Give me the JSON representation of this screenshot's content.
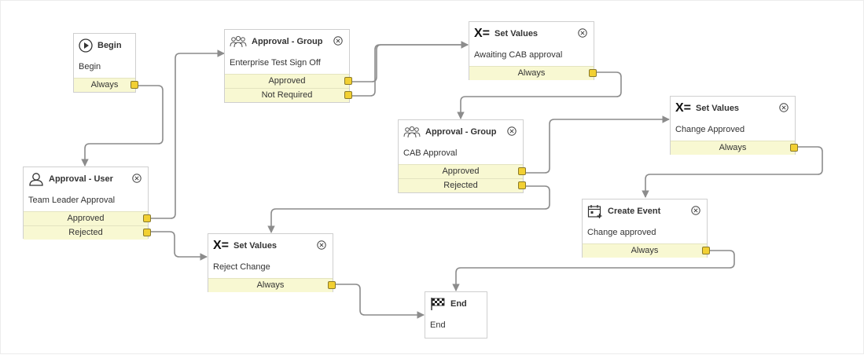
{
  "nodes": {
    "begin": {
      "title": "Begin",
      "body": "Begin",
      "outputs": [
        "Always"
      ]
    },
    "approval_user": {
      "title": "Approval - User",
      "body": "Team Leader Approval",
      "outputs": [
        "Approved",
        "Rejected"
      ]
    },
    "approval_group_1": {
      "title": "Approval - Group",
      "body": "Enterprise Test Sign Off",
      "outputs": [
        "Approved",
        "Not Required"
      ]
    },
    "set_values_1": {
      "title": "Set Values",
      "body": "Awaiting CAB approval",
      "outputs": [
        "Always"
      ]
    },
    "approval_group_2": {
      "title": "Approval - Group",
      "body": "CAB Approval",
      "outputs": [
        "Approved",
        "Rejected"
      ]
    },
    "set_values_2": {
      "title": "Set Values",
      "body": "Change Approved",
      "outputs": [
        "Always"
      ]
    },
    "create_event": {
      "title": "Create Event",
      "body": "Change approved",
      "outputs": [
        "Always"
      ]
    },
    "set_values_3": {
      "title": "Set Values",
      "body": "Reject Change",
      "outputs": [
        "Always"
      ]
    },
    "end": {
      "title": "End",
      "body": "End"
    }
  },
  "colors": {
    "wire": "#8c8c8c",
    "output_bg": "#f8f8d2",
    "port": "#f2d033"
  }
}
